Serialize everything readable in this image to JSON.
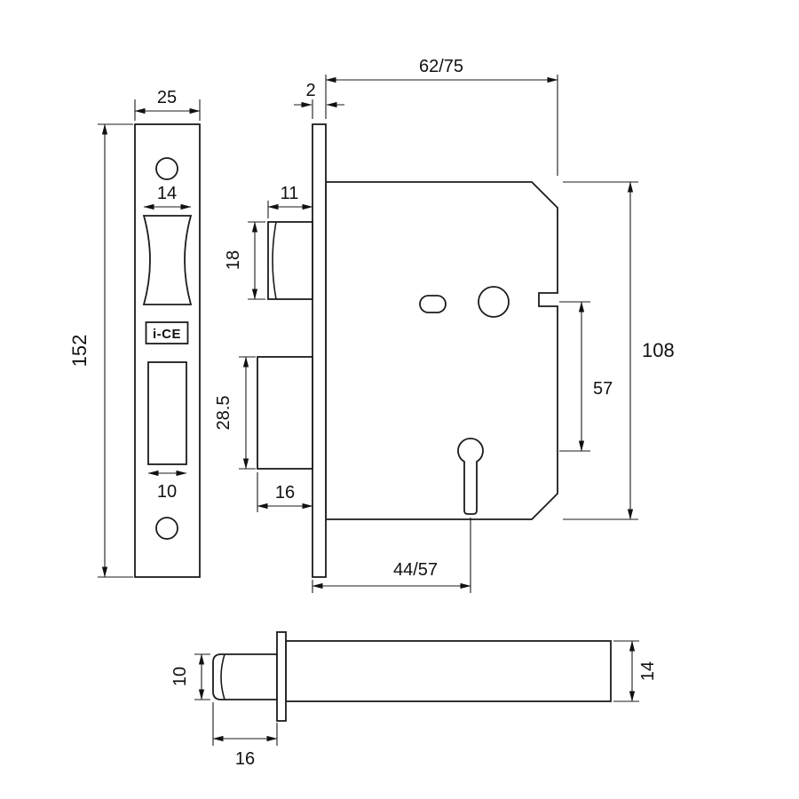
{
  "drawing": {
    "logo": "i-CE",
    "faceplate": {
      "width": "25",
      "height": "152",
      "latch_cutout_width": "14",
      "bolt_cutout_width": "10"
    },
    "body": {
      "thickness": "2",
      "depth": "62/75",
      "height": "108",
      "latch_width": "11",
      "latch_height": "18",
      "deadbolt_height": "28.5",
      "deadbolt_depth": "16",
      "centres": "57",
      "backset": "44/57"
    },
    "spindle": {
      "plug_diameter": "10",
      "plug_length": "16",
      "bar_height": "14"
    }
  }
}
